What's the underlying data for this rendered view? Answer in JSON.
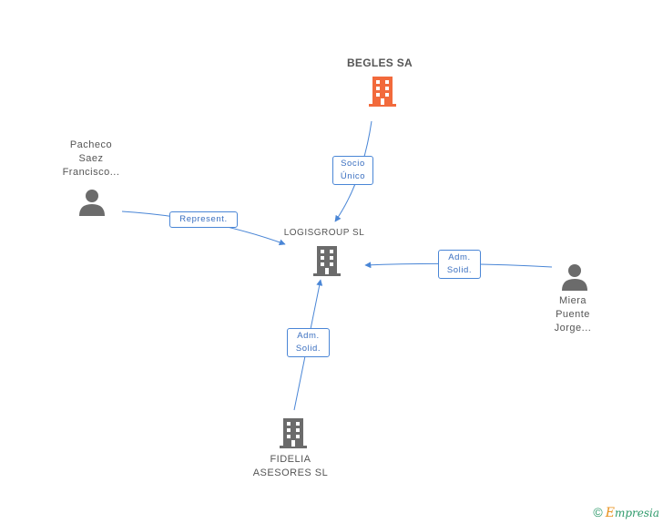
{
  "nodes": {
    "begles": {
      "label": "BEGLES SA",
      "icon": "building-icon",
      "color": "#f26a3c"
    },
    "logisgroup": {
      "label": "LOGISGROUP SL",
      "icon": "building-icon",
      "color": "#6b6b6b"
    },
    "pacheco": {
      "line1": "Pacheco",
      "line2": "Saez",
      "line3": "Francisco...",
      "icon": "person-icon",
      "color": "#6b6b6b"
    },
    "miera": {
      "line1": "Miera",
      "line2": "Puente",
      "line3": "Jorge...",
      "icon": "person-icon",
      "color": "#6b6b6b"
    },
    "fidelia": {
      "line1": "FIDELIA",
      "line2": "ASESORES SL",
      "icon": "building-icon",
      "color": "#6b6b6b"
    }
  },
  "edges": {
    "begles_logis": {
      "line1": "Socio",
      "line2": "Único"
    },
    "pacheco_logis": {
      "line1": "Represent."
    },
    "miera_logis": {
      "line1": "Adm.",
      "line2": "Solid."
    },
    "fidelia_logis": {
      "line1": "Adm.",
      "line2": "Solid."
    }
  },
  "colors": {
    "edge": "#4a86d6"
  },
  "footer": {
    "copyright": "©",
    "brand_first": "E",
    "brand_rest": "mpresia"
  }
}
